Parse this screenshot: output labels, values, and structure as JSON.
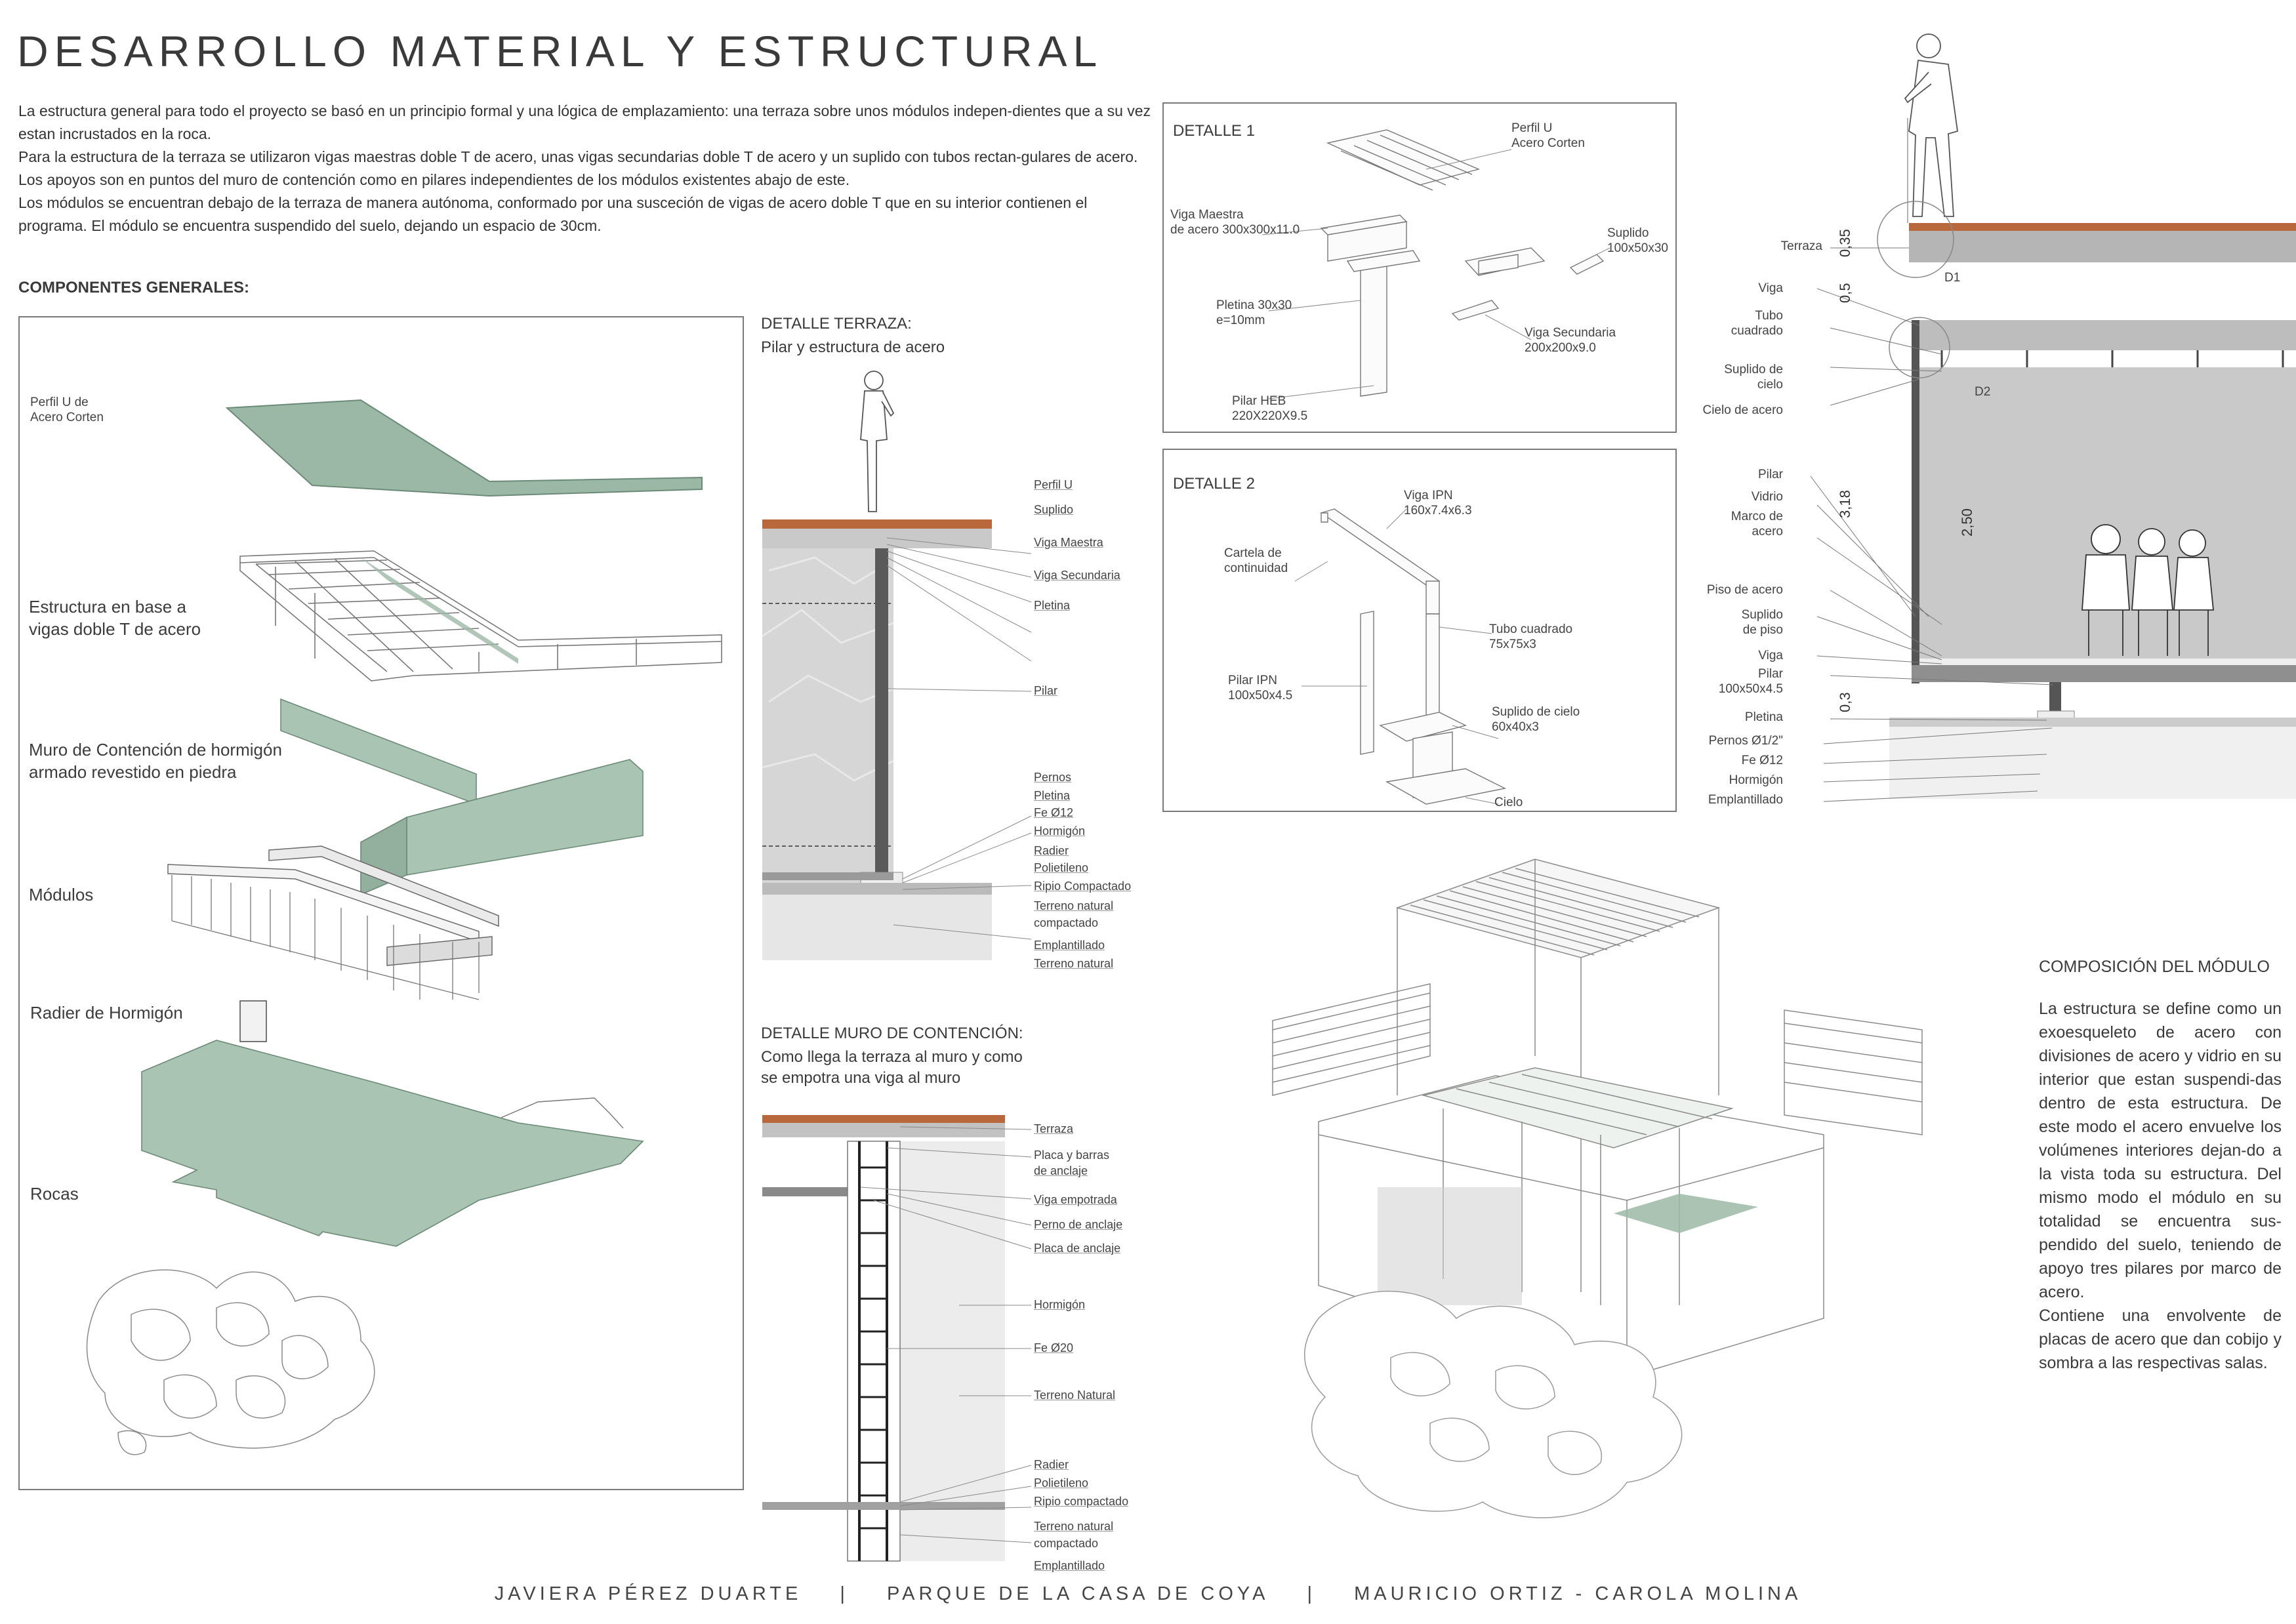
{
  "title": "DESARROLLO MATERIAL Y ESTRUCTURAL",
  "intro": [
    "La estructura general para todo el proyecto se basó en un principio formal y una lógica de emplazamiento: una terraza sobre unos módulos indepen-dientes que a su vez estan incrustados en la roca.",
    "Para la estructura de la terraza se utilizaron vigas maestras doble T de acero, unas vigas secundarias doble T de acero y un suplido con tubos rectan-gulares de acero. Los apoyos son en puntos del muro de contención como en pilares independientes de los módulos existentes abajo de este.",
    "Los módulos se encuentran debajo de la terraza de manera autónoma, conformado por una susceción de vigas de acero doble T  que en su interior contienen el programa. El módulo se encuentra suspendido del suelo, dejando un espacio de 30cm."
  ],
  "componentes": {
    "heading": "COMPONENTES GENERALES:",
    "items": [
      "Perfil U de\nAcero Corten",
      "Estructura en base a\nvigas doble T de acero",
      "Muro de Contención de hormigón\narmado revestido en piedra",
      "Módulos",
      "Radier de Hormigón",
      "Rocas"
    ]
  },
  "detalle_terraza": {
    "title": "DETALLE TERRAZA:",
    "subtitle": "Pilar y estructura de acero",
    "labels": [
      "Perfil U",
      "Suplido",
      "Viga Maestra",
      "Viga Secundaria",
      "Pletina",
      "Pilar",
      "Pernos",
      "Pletina",
      "Fe Ø12",
      "Hormigón",
      "Radier",
      "Polietileno",
      "Ripio Compactado",
      "Terreno natural",
      "compactado",
      "Emplantillado",
      "Terreno natural"
    ]
  },
  "detalle_muro": {
    "title": "DETALLE MURO DE CONTENCIÓN:",
    "subtitle": "Como llega la terraza al muro y como\nse empotra una viga al muro",
    "labels": [
      "Terraza",
      "Placa y barras",
      "de anclaje",
      "Viga empotrada",
      "Perno de anclaje",
      "Placa de anclaje",
      "Hormigón",
      "Fe Ø20",
      "Terreno Natural",
      "Radier",
      "Polietileno",
      "Ripio compactado",
      "Terreno natural",
      "compactado",
      "Emplantillado"
    ]
  },
  "detalle1": {
    "title": "DETALLE 1",
    "labels": [
      "Perfil U\nAcero Corten",
      "Viga Maestra\nde acero 300x300x11.0",
      "Suplido\n100x50x30",
      "Pletina 30x30\ne=10mm",
      "Viga Secundaria\n200x200x9.0",
      "Pilar HEB\n220X220X9.5"
    ]
  },
  "detalle2": {
    "title": "DETALLE 2",
    "labels": [
      "Viga IPN\n160x7.4x6.3",
      "Cartela de\ncontinuidad",
      "Tubo cuadrado\n75x75x3",
      "Pilar IPN\n100x50x4.5",
      "Suplido de cielo\n60x40x3",
      "Cielo"
    ]
  },
  "seccion": {
    "labels": [
      "Terraza",
      "Viga",
      "Tubo\ncuadrado",
      "Suplido de\ncielo",
      "Cielo de acero",
      "Pilar",
      "Vidrio",
      "Marco de\nacero",
      "Piso de acero",
      "Suplido\nde piso",
      "Viga",
      "Pilar\n100x50x4.5",
      "Pletina",
      "Pernos Ø1/2\"",
      "Fe Ø12",
      "Hormigón",
      "Emplantillado"
    ],
    "dims": [
      "0,35",
      "0,5",
      "3,18",
      "2,50",
      "0,3"
    ],
    "markers": [
      "D1",
      "D2"
    ]
  },
  "composicion": {
    "title": "COMPOSICIÓN DEL MÓDULO",
    "body": "La estructura se define como un exoesqueleto de acero con divisiones de acero y vidrio en su interior que estan suspendi-das dentro de esta estructura. De este modo el acero envuelve los volúmenes interiores dejan-do a la vista toda su estructura. Del mismo modo el módulo en su totalidad se encuentra sus-pendido del suelo, teniendo de apoyo tres pilares por marco de acero.\nContiene una envolvente de placas de acero que dan cobijo y sombra a las respectivas salas."
  },
  "footer": [
    "JAVIERA PÉREZ DUARTE",
    "|",
    "PARQUE DE LA CASA DE COYA",
    "|",
    "MAURICIO ORTIZ - CAROLA MOLINA"
  ],
  "colors": {
    "sage": "#9bb8a6",
    "corten": "#b8683a",
    "concrete": "#a8a8a8",
    "line": "#7a7a7a"
  }
}
